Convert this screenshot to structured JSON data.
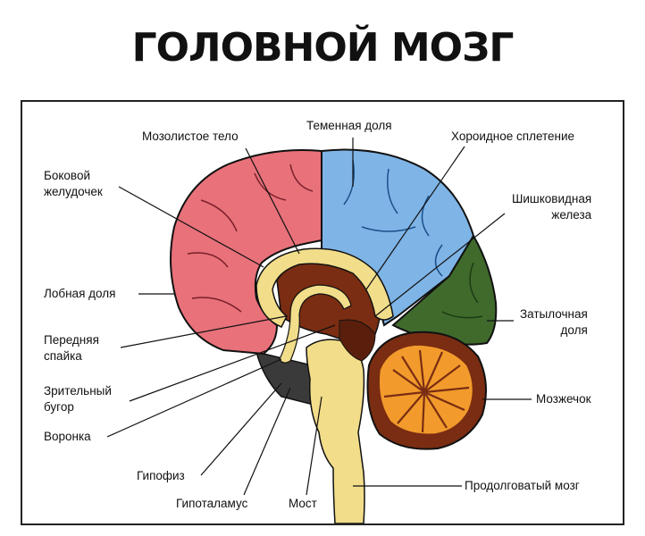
{
  "title": "ГОЛОВНОЙ МОЗГ",
  "labels": {
    "corpus_callosum": "Мозолистое тело",
    "parietal_lobe": "Теменная доля",
    "choroid_plexus": "Хороидное сплетение",
    "lateral_ventricle": [
      "Боковой",
      "желудочек"
    ],
    "pineal_gland": [
      "Шишковидная",
      "железа"
    ],
    "frontal_lobe": "Лобная доля",
    "occipital_lobe": [
      "Затылочная",
      "доля"
    ],
    "anterior_commissure": [
      "Передняя",
      "спайка"
    ],
    "thalamus": [
      "Зрительный",
      "бугор"
    ],
    "cerebellum": "Мозжечок",
    "infundibulum": "Воронка",
    "pituitary": "Гипофиз",
    "hypothalamus": "Гипоталамус",
    "pons": "Мост",
    "medulla": "Продолговатый мозг"
  },
  "colors": {
    "frontal": "#e8717a",
    "parietal": "#7fb4e6",
    "occipital": "#3f6a2c",
    "corpus_callosum": "#f2dd8a",
    "diencephalon": "#7a2d12",
    "cerebellum_outer": "#7a2d12",
    "cerebellum_inner": "#f29b2c",
    "brainstem": "#f2dd8a",
    "hypothalamus_region": "#3a3a3a",
    "outline": "#111111"
  }
}
